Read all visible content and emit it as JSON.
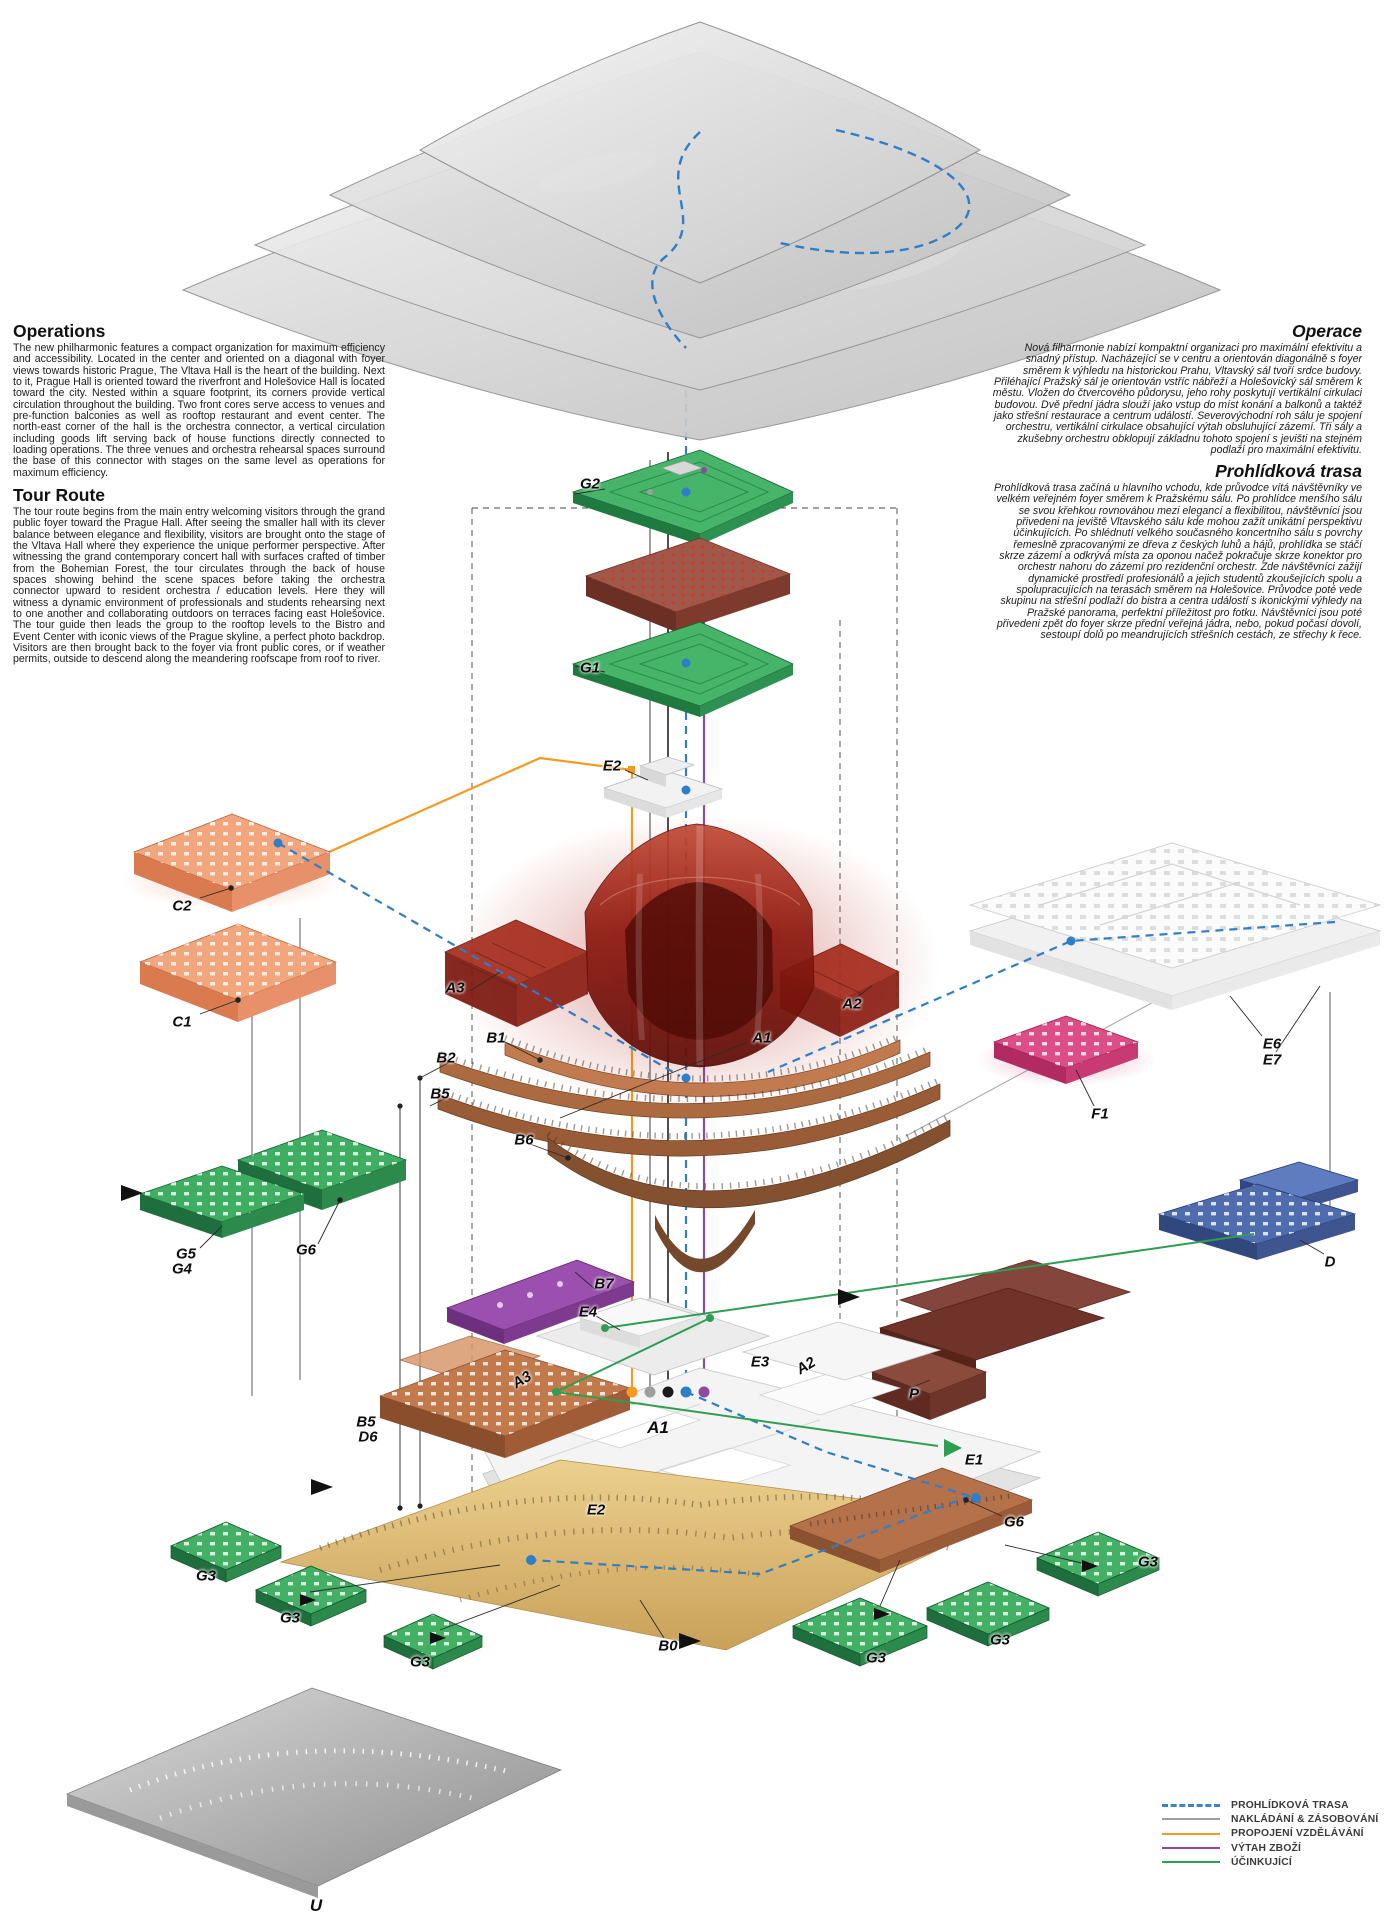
{
  "left_column": {
    "operations": {
      "title": "Operations",
      "body": "The new philharmonic features a compact organization for maximum efficiency and accessibility. Located in the center and oriented on a diagonal with foyer views towards historic Prague, The Vltava Hall is the heart of the building. Next to it, Prague Hall is oriented toward the riverfront and Holešovice Hall is located toward the city. Nested within a square footprint, its corners provide vertical circulation throughout the building. Two front cores serve access to venues and pre-function balconies as well as rooftop restaurant and event center. The north-east corner of the hall is the orchestra connector, a vertical circulation including goods lift serving back of house functions directly connected to loading operations. The three venues and orchestra rehearsal spaces surround the base of this connector with stages on the same level as operations for maximum efficiency."
    },
    "tour_route": {
      "title": "Tour Route",
      "body": "The tour route begins from the main entry welcoming visitors through the grand public foyer toward the Prague Hall. After seeing the smaller hall with its clever balance between elegance and flexibility, visitors are brought onto the stage of the Vltava Hall where they experience the unique performer perspective. After witnessing the grand contemporary concert hall with surfaces crafted of timber from the Bohemian Forest, the tour circulates through the back of house spaces showing behind the scene spaces before taking the orchestra connector upward to resident orchestra / education levels. Here they will witness a dynamic environment of  professionals and students rehearsing next to one another and collaborating outdoors on terraces facing east Holešovice. The tour guide then leads the group to the rooftop levels to the Bistro and Event Center with iconic views of the Prague skyline, a perfect photo backdrop. Visitors are then brought back to the foyer via front public cores, or if weather permits, outside to descend along the meandering roofscape from roof to river."
    }
  },
  "right_column": {
    "operace": {
      "title": "Operace",
      "body": "Nová filharmonie nabízí kompaktní organizaci pro maximální efektivitu a snadný přístup. Nacházející se v centru a orientován diagonálně s foyer směrem k výhledu na historickou Prahu, Vltavský sál tvoří srdce budovy. Přiléhající Pražský sál je orientován vstříc nábřeží a Holešovický sál směrem k městu. Vložen do čtvercového půdorysu, jeho rohy poskytují vertikální cirkulaci budovou. Dvě přední jádra slouží jako vstup do míst konání a balkonů a taktéž jako střešní restaurace a centrum událostí. Severovýchodní roh sálu je spojení orchestru, vertikální cirkulace obsahující výtah obsluhující zázemí. Tři sály a zkušebny orchestru obklopují základnu tohoto spojení s jevišti na stejném podlaží pro maximální efektivitu."
    },
    "prohlidkova_trasa": {
      "title": "Prohlídková trasa",
      "body": "Prohlídková trasa začíná u hlavního vchodu, kde průvodce vítá návštěvníky ve velkém veřejném foyer směrem k Pražskému sálu. Po prohlídce menšího sálu se svou křehkou rovnováhou mezi elegancí a flexibilitou, návštěvníci jsou přivedeni na jeviště Vltavského sálu kde mohou zažít unikátní perspektivu účinkujících. Po shlédnutí velkého současného koncertního sálu s povrchy řemeslně zpracovanými ze dřeva z českých luhů a hájů, prohlídka se stáčí skrze zázemí a odkrývá místa za oponou načež pokračuje skrze konektor pro orchestr nahoru do zázemí pro rezidenční orchestr. Zde návštěvníci zažijí dynamické prostředí profesionálů a jejich studentů zkoušejících spolu a spolupracujících na terasách směrem na Holešovice. Průvodce poté vede skupinu na střešní podlaží do bistra a centra událostí s ikonickými výhledy na Pražské panorama, perfektní příležitost pro fotku. Návštěvníci jsou poté přivedeni zpět do foyer skrze přední veřejná jádra, nebo,  pokud počasí dovolí, sestoupí dolů po meandrujících střešních cestách, ze střechy k řece."
    }
  },
  "legend": {
    "items": [
      {
        "label": "PROHLÍDKOVÁ TRASA",
        "color": "#3b82c8",
        "style": "dashed"
      },
      {
        "label": "NAKLÁDÁNÍ & ZÁSOBOVÁNÍ",
        "color": "#9e9e9e",
        "style": "solid"
      },
      {
        "label": "PROPOJENÍ VZDĚLÁVÁNÍ",
        "color": "#f59a20",
        "style": "solid"
      },
      {
        "label": "VÝTAH ZBOŽÍ",
        "color": "#8e4a9e",
        "style": "solid"
      },
      {
        "label": "ÚČINKUJÍCÍ",
        "color": "#2e9e52",
        "style": "solid"
      }
    ]
  },
  "diagram": {
    "labels": {
      "g2": "G2",
      "g1": "G1",
      "e2_upper": "E2",
      "a3_upper": "A3",
      "a2_upper": "A2",
      "a1_mid": "A1",
      "b1": "B1",
      "b2": "B2",
      "b5_upper": "B5",
      "b6": "B6",
      "c2": "C2",
      "c1": "C1",
      "e6": "E6",
      "e7": "E7",
      "f1": "F1",
      "d": "D",
      "g5": "G5",
      "g4": "G4",
      "g6_left": "G6",
      "b7": "B7",
      "e4": "E4",
      "e3": "E3",
      "a2_lower": "A2",
      "a3_lower": "A3",
      "p": "P",
      "b5_lower": "B5",
      "d6": "D6",
      "a1_lower": "A1",
      "e2_lower": "E2",
      "e1": "E1",
      "g6_right": "G6",
      "g3_a": "G3",
      "g3_b": "G3",
      "g3_c": "G3",
      "g3_d": "G3",
      "g3_e": "G3",
      "g3_f": "G3",
      "b0": "B0",
      "u": "U"
    }
  }
}
